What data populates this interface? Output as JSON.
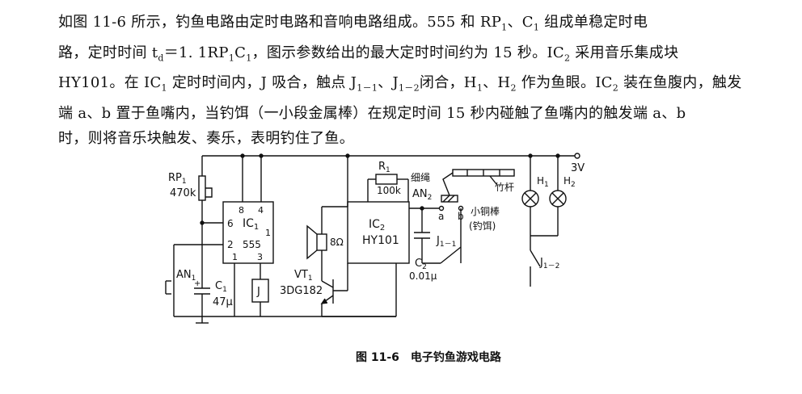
{
  "paragraph": {
    "l1": "如图 11-6 所示，钓鱼电路由定时电路和音响电路组成。555 和 RP、C 组成单稳定时电",
    "l1a": "如图 11-6 所示，钓鱼电路由定时电路和音响电路组成。555 和 RP",
    "l1b": "1",
    "l1c": "、C",
    "l1d": "1",
    "l1e": " 组成单稳定时电",
    "l2a": "路，定时时间 t",
    "l2b": "d",
    "l2c": "＝1. 1RP",
    "l2d": "1",
    "l2e": "C",
    "l2f": "1",
    "l2g": "，图示参数给出的最大定时时间约为 15 秒。IC",
    "l2h": "2",
    "l2i": " 采用音乐集成块",
    "l3a": "HY101。在 IC",
    "l3b": "1",
    "l3c": " 定时时间内，J 吸合，触点 J",
    "l3d": "1－1",
    "l3e": "、J",
    "l3f": "1－2",
    "l3g": "闭合，H",
    "l3h": "1",
    "l3i": "、H",
    "l3j": "2",
    "l3k": " 作为鱼眼。IC",
    "l3l": "2",
    "l3m": " 装在鱼腹内，触发",
    "l4": "端 a、b 置于鱼嘴内，当钓饵（一小段金属棒）在规定时间 15 秒内碰触了鱼嘴内的触发端 a、b",
    "l5": "时，则将音乐块触发、奏乐，表明钓住了鱼。"
  },
  "labels": {
    "rp1": "RP",
    "rp1_sub": "1",
    "rp1_val": "470k",
    "ic1_pin8": "8",
    "ic1_pin4": "4",
    "ic1_pin6": "6",
    "ic1_name": "IC",
    "ic1_sub": "1",
    "ic1_pin1r": "1",
    "ic1_pin2": "2",
    "ic1_555": "555",
    "ic1_pin1": "1",
    "ic1_pin3": "3",
    "an1": "AN",
    "an1_sub": "1",
    "c1": "C",
    "c1_sub": "1",
    "c1_val": "47μ",
    "relay": "J",
    "speaker_val": "8Ω",
    "vt1": "VT",
    "vt1_sub": "1",
    "vt1_model": "3DG182",
    "r1": "R",
    "r1_sub": "1",
    "r1_val": "100k",
    "ic2_name": "IC",
    "ic2_sub": "2",
    "ic2_model": "HY101",
    "thin_rope": "细绳",
    "an2": "AN",
    "an2_sub": "2",
    "bamboo_rod": "竹杆",
    "term_a": "a",
    "term_b": "b",
    "copper_rod": "小铜棒",
    "bait": "(钓饵)",
    "j11": "J",
    "j11_sub": "1－1",
    "c2": "C",
    "c2_sub": "2",
    "c2_val": "0.01μ",
    "h1": "H",
    "h1_sub": "1",
    "h2": "H",
    "h2_sub": "2",
    "supply": "3V",
    "j12": "J",
    "j12_sub": "1－2"
  },
  "caption": "图 11-6　电子钓鱼游戏电路"
}
